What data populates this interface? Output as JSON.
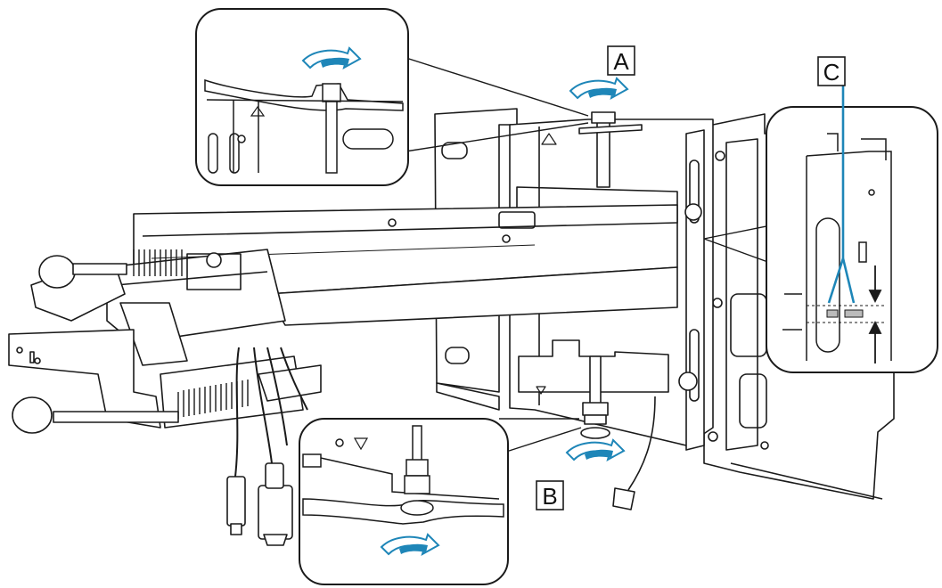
{
  "callouts": {
    "a": "A",
    "b": "B",
    "c": "C"
  },
  "colors": {
    "line": "#1a1a1a",
    "accent": "#1e86b8",
    "accent_light": "#ffffff",
    "background": "#ffffff"
  },
  "icons": {
    "rotate": "curved-arrow-counterclockwise-icon",
    "align": "alignment-arrows-icon"
  }
}
